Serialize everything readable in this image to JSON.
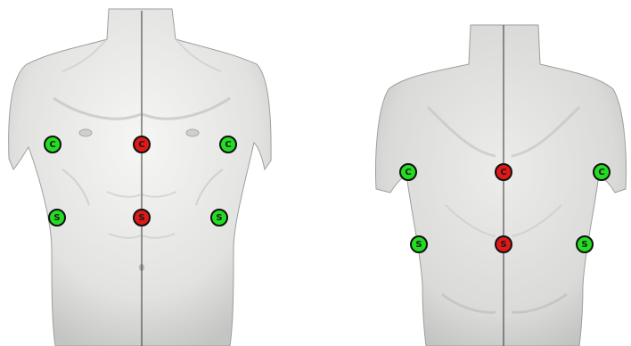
{
  "views": [
    {
      "id": "front",
      "markers": [
        {
          "id": "front-left-chest",
          "label": "C",
          "status": "green"
        },
        {
          "id": "front-center-chest",
          "label": "C",
          "status": "red"
        },
        {
          "id": "front-right-chest",
          "label": "C",
          "status": "green"
        },
        {
          "id": "front-left-abdomen",
          "label": "S",
          "status": "green"
        },
        {
          "id": "front-center-abdomen",
          "label": "S",
          "status": "red"
        },
        {
          "id": "front-right-abdomen",
          "label": "S",
          "status": "green"
        }
      ]
    },
    {
      "id": "back",
      "markers": [
        {
          "id": "back-left-upper",
          "label": "C",
          "status": "green"
        },
        {
          "id": "back-center-upper",
          "label": "C",
          "status": "red"
        },
        {
          "id": "back-right-upper",
          "label": "C",
          "status": "green"
        },
        {
          "id": "back-left-lower",
          "label": "S",
          "status": "green"
        },
        {
          "id": "back-center-lower",
          "label": "S",
          "status": "red"
        },
        {
          "id": "back-right-lower",
          "label": "S",
          "status": "green"
        }
      ]
    }
  ],
  "colors": {
    "green": "#22dd22",
    "red": "#e01818",
    "marker_border": "#111111",
    "skin_light": "#f3f3f2",
    "skin_mid": "#dcdcda",
    "skin_shadow": "#b9b9b7",
    "midline": "#333333"
  }
}
